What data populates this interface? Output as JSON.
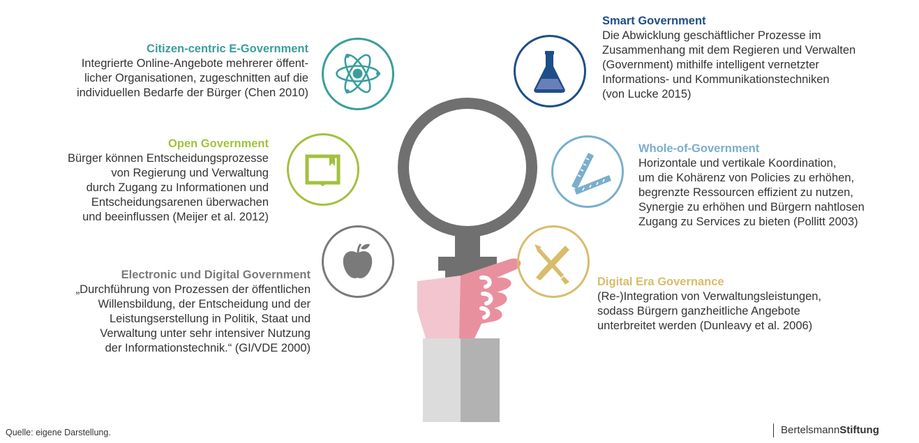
{
  "colors": {
    "teal": "#3a9e9b",
    "lime": "#a3c13e",
    "gray": "#7a7a7a",
    "navy": "#1d4e89",
    "lightblue": "#7aaecc",
    "sand": "#d9bc6b",
    "magnifier": "#707070",
    "glove_light": "#f3c6cf",
    "glove_dark": "#e9909f",
    "sleeve_light": "#dcdcdc",
    "sleeve_dark": "#b2b2b2"
  },
  "blocks": {
    "citizen": {
      "title": "Citizen-centric E-Government",
      "body": "Integrierte Online-Angebote mehrerer öffent-\nlicher Organisationen, zugeschnitten auf die\nindividuellen Bedarfe der Bürger (Chen 2010)",
      "icon": "atom-icon"
    },
    "open": {
      "title": "Open Government",
      "body": "Bürger können Entscheidungsprozesse\nvon Regierung und Verwaltung\ndurch Zugang zu Informationen und\nEntscheidungsarenen überwachen\nund beeinflussen (Meijer et al. 2012)",
      "icon": "book-icon"
    },
    "egov": {
      "title": "Electronic und Digital Government",
      "body": "„Durchführung von Prozessen der öffentlichen\nWillensbildung, der Entscheidung und der\nLeistungserstellung in Politik, Staat und\nVerwaltung unter sehr intensiver Nutzung\nder Informationstechnik.“ (GI/VDE 2000)",
      "icon": "apple-icon"
    },
    "smart": {
      "title": "Smart Government",
      "body": "Die Abwicklung geschäftlicher Prozesse im\nZusammenhang mit dem Regieren und Verwalten\n(Government) mithilfe intelligent vernetzter\nInformations- und Kommunikationstechniken\n(von Lucke 2015)",
      "icon": "flask-icon"
    },
    "whole": {
      "title": "Whole-of-Government",
      "body": "Horizontale und vertikale Koordination,\num die Kohärenz von Policies zu erhöhen,\nbegrenzte Ressourcen effizient zu nutzen,\nSynergie zu erhöhen und Bürgern nahtlosen\nZugang zu Services zu bieten (Pollitt 2003)",
      "icon": "ruler-icon"
    },
    "digital": {
      "title": "Digital Era Governance",
      "body": "(Re-)Integration von Verwaltungsleistungen,\nsodass Bürgern ganzheitliche Angebote\nunterbreitet werden (Dunleavy et al. 2006)",
      "icon": "tools-icon"
    }
  },
  "footer": {
    "source": "Quelle: eigene Darstellung.",
    "brand_regular": "Bertelsmann",
    "brand_bold": "Stiftung"
  }
}
